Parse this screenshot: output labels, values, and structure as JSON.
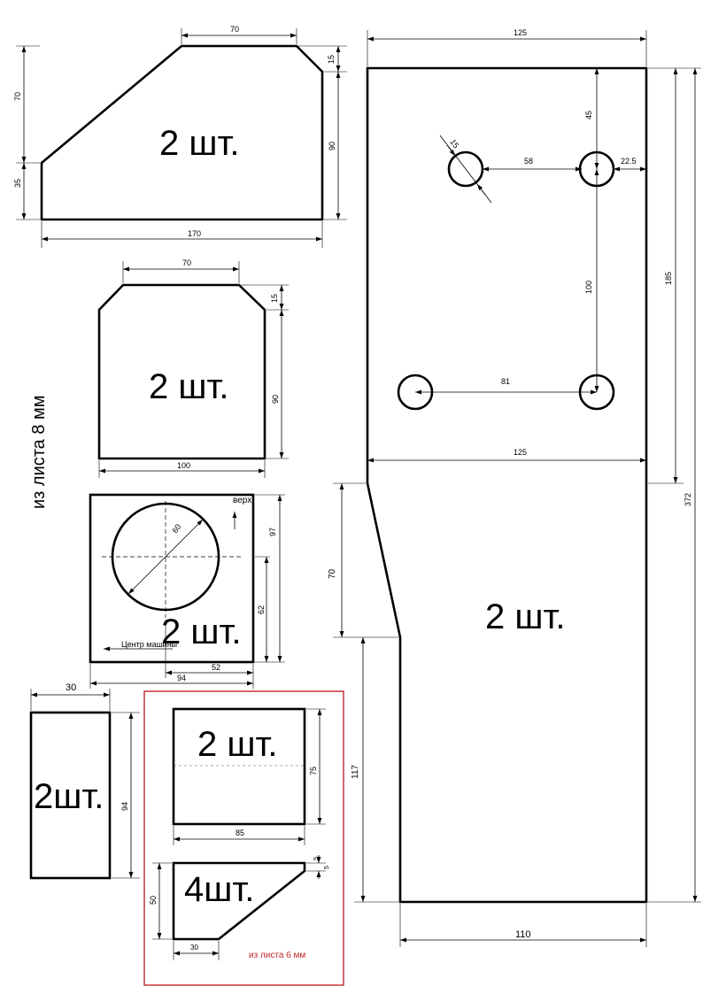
{
  "side_label": "из листа 8 мм",
  "part_a": {
    "qty": "2 шт.",
    "dims": [
      "70",
      "15",
      "90",
      "70",
      "35",
      "170"
    ]
  },
  "part_b": {
    "qty": "2 шт.",
    "dims": [
      "70",
      "15",
      "90",
      "100"
    ]
  },
  "part_c": {
    "qty": "2 шт.",
    "up_label": "верх",
    "center_label": "Центр машины",
    "dims": [
      "60",
      "97",
      "62",
      "52",
      "94"
    ]
  },
  "part_d": {
    "qty": "2шт.",
    "dims": [
      "30",
      "94"
    ]
  },
  "part_e": {
    "qty": "2 шт.",
    "dims": [
      "75",
      "85"
    ]
  },
  "part_f": {
    "qty": "4шт.",
    "dims": [
      "5",
      "5",
      "50",
      "30"
    ],
    "sheet_note": "из листа 6 мм"
  },
  "part_g": {
    "qty": "2 шт.",
    "dims": [
      "125",
      "45",
      "15",
      "58",
      "22.5",
      "100",
      "185",
      "372",
      "81",
      "125",
      "70",
      "117",
      "110"
    ]
  }
}
